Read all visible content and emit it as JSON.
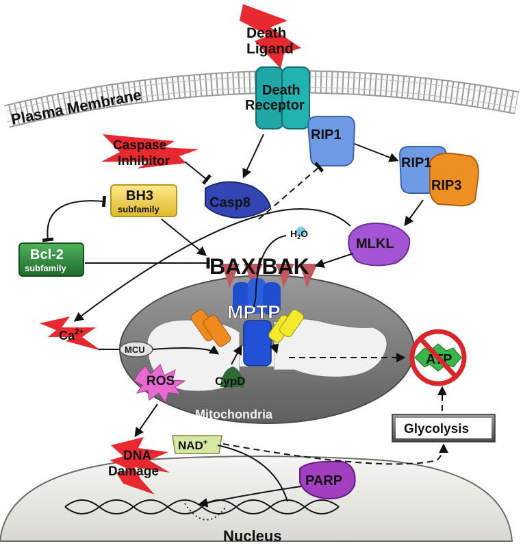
{
  "labels": {
    "plasma_membrane": "Plasma Membrane",
    "death_ligand_line1": "Death",
    "death_ligand_line2": "Ligand",
    "death_receptor_line1": "Death",
    "death_receptor_line2": "Receptor",
    "rip1": "RIP1",
    "rip1_complex": "RIP1",
    "rip3": "RIP3",
    "caspase_inhibitor_line1": "Caspase",
    "caspase_inhibitor_line2": "Inhibitor",
    "casp8": "Casp8",
    "bh3_line1": "BH3",
    "bh3_line2": "subfamily",
    "bcl2_line1": "Bcl-2",
    "bcl2_line2": "subfamily",
    "mlkl": "MLKL",
    "h2o": "H",
    "h2o_sub": "2",
    "h2o_end": "O",
    "bax_bak": "BAX/BAK",
    "mptp": "MPTP",
    "ca": "Ca",
    "ca_sup": "2+",
    "mcu": "MCU",
    "ros": "ROS",
    "cypd": "CypD",
    "mitochondria": "Mitochondria",
    "atp": "ATP",
    "glycolysis": "Glycolysis",
    "nad": "NAD",
    "nad_sup": "+",
    "dna_damage_line1": "DNA",
    "dna_damage_line2": "Damage",
    "parp": "PARP",
    "nucleus": "Nucleus"
  },
  "colors": {
    "membrane": "#f2f2f2",
    "receptor": "#1fa6a6",
    "rip1": "#5b8fe0",
    "rip3": "#e98a1c",
    "casp8": "#3446b4",
    "mlkl": "#a654d6",
    "bax_bak": "#c2585f",
    "mptp": "#1f4fcf",
    "cypd": "#2f6a34",
    "bh3": "#f3d84a",
    "bcl2": "#2f8f3d",
    "nad": "#d6e8a4",
    "parp": "#a23fc0",
    "ros": "#e66bd0",
    "atp": "#39b54a",
    "no_sign": "#d9262b",
    "lightning": "#e8292f",
    "mitochondria": "#7d7d7d",
    "nucleus": "#e8e8e2"
  }
}
